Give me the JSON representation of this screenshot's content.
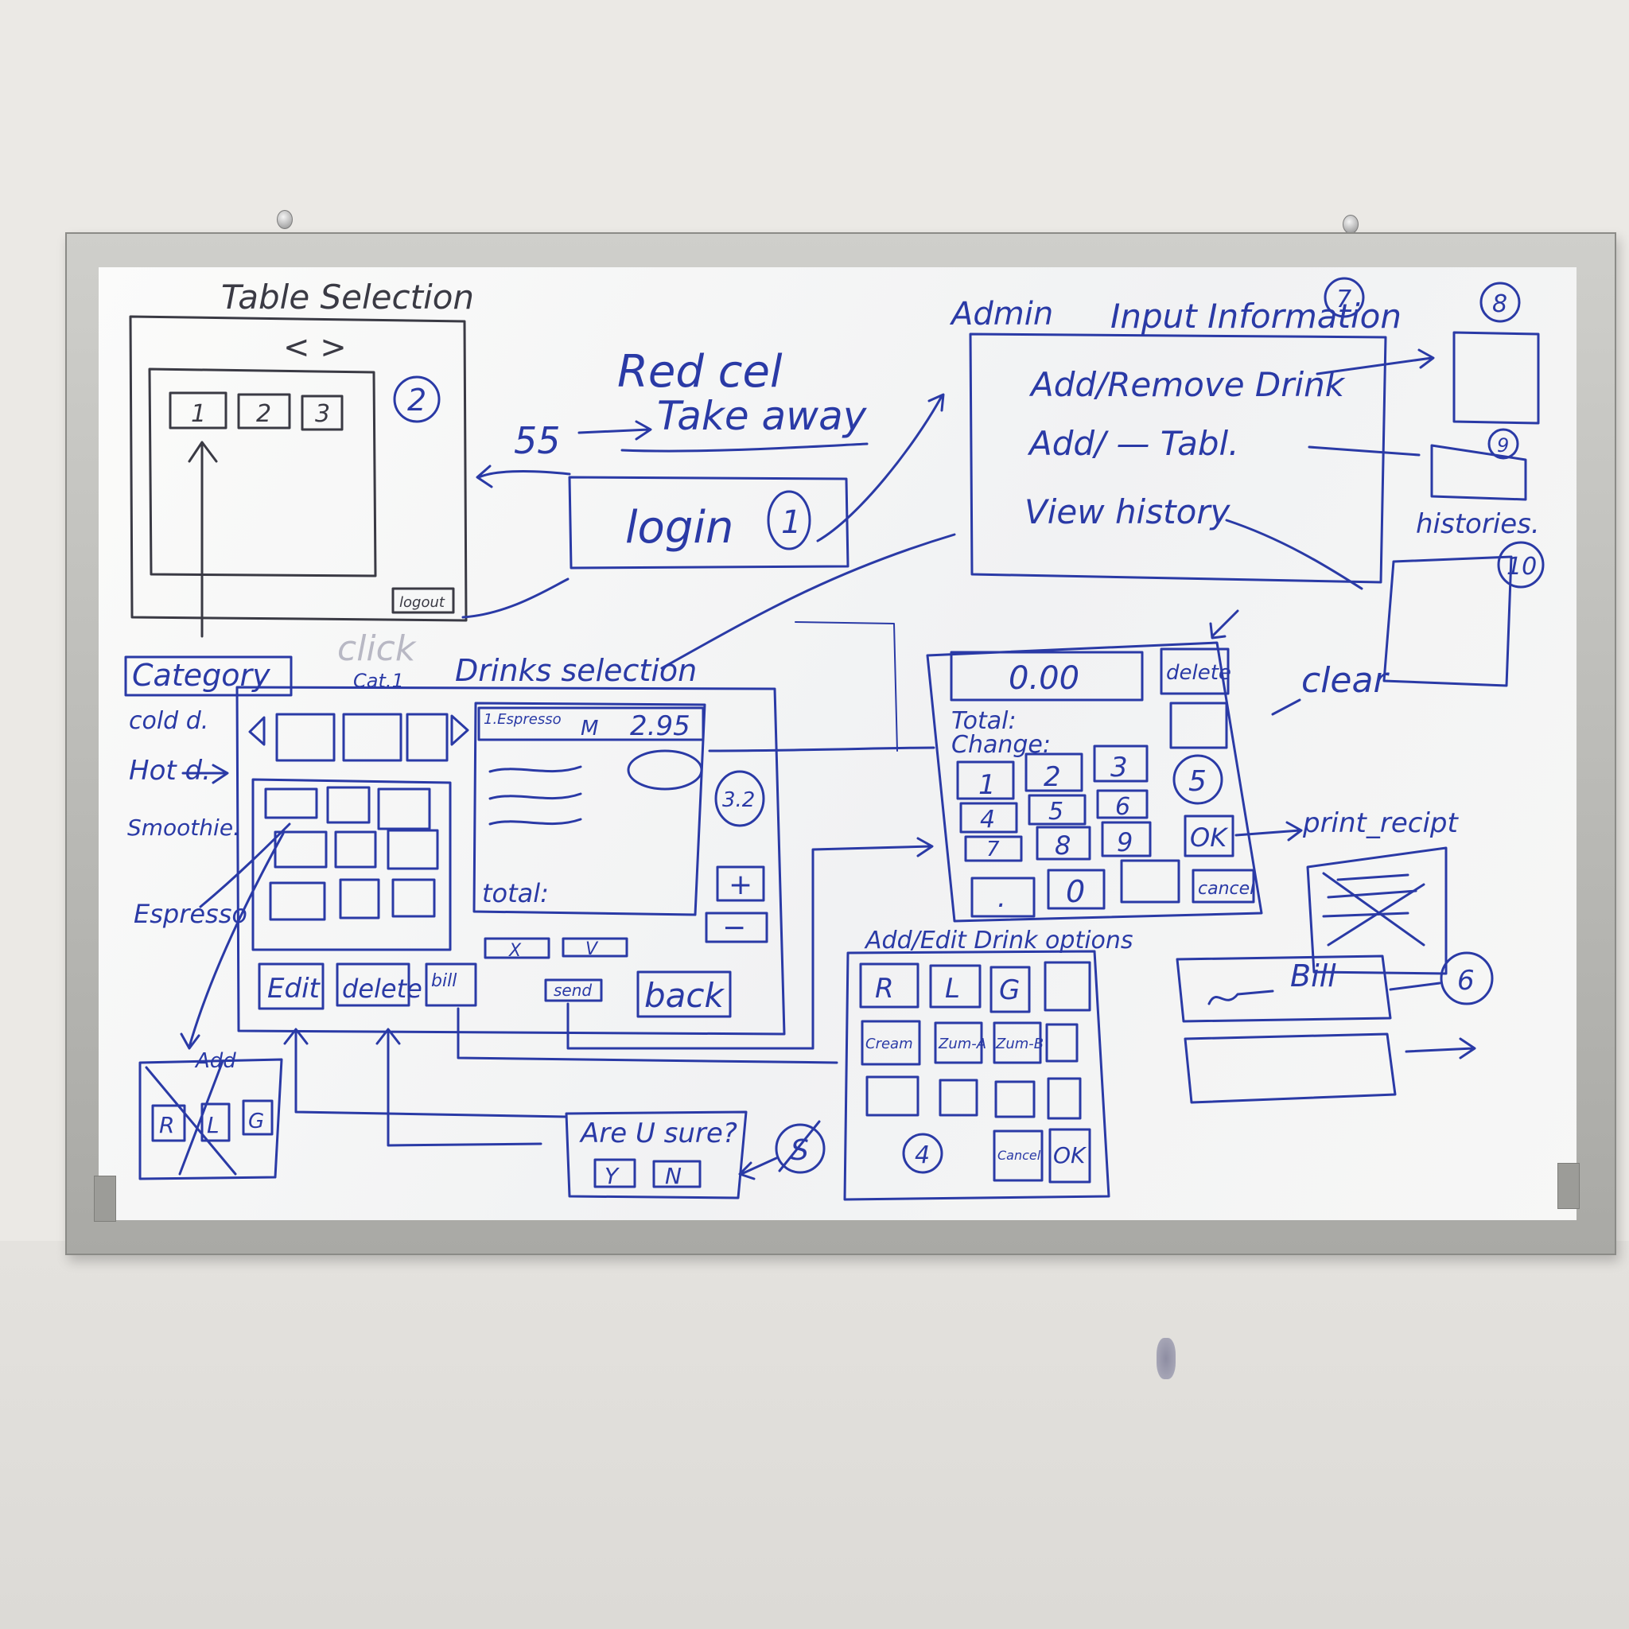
{
  "colors": {
    "ink": "#2a3aa6",
    "ink_dark": "#3a3a44",
    "ghost": "#b8b8c4"
  },
  "screens": {
    "table_selection": {
      "title": "Table Selection",
      "nav": "< >",
      "tables": [
        "1",
        "2",
        "3"
      ],
      "number": "2",
      "logout": "logout"
    },
    "mode": {
      "option1": "Red cel",
      "option2": "Take away",
      "code": "55"
    },
    "login": {
      "label": "login",
      "number": "1"
    },
    "admin": {
      "label": "Admin",
      "title": "Input Information",
      "title_number": "7",
      "items": [
        "Add/Remove Drink",
        "Add/ — Tabl.",
        "View history"
      ]
    },
    "side": {
      "n8": "8",
      "n9": "9",
      "n10": "10",
      "histories": "histories.",
      "clear": "clear"
    },
    "category": {
      "title": "Category",
      "cat1": "Cat.1",
      "items": [
        "cold d.",
        "Hot d.",
        "Smoothie."
      ],
      "espresso": "Espresso",
      "click": "click"
    },
    "drinks": {
      "title": "Drinks selection",
      "order_item": "1.Espresso",
      "order_size": "M",
      "order_price": "2.95",
      "total": "total:",
      "plus": "+",
      "minus": "−",
      "x": "X",
      "v": "V",
      "number": "3.2"
    },
    "actions": {
      "edit": "Edit",
      "delete": "delete",
      "bill": "bill",
      "send": "send",
      "back": "back"
    },
    "add_popup": {
      "title": "Add",
      "options": [
        "R",
        "L",
        "G"
      ]
    },
    "confirm": {
      "question": "Are U sure?",
      "yes": "Y",
      "no": "N",
      "number": "S"
    },
    "payment": {
      "display": "0.00",
      "delete": "delete",
      "total": "Total:",
      "change": "Change:",
      "keys": [
        "1",
        "2",
        "3",
        "4",
        "5",
        "6",
        "7",
        "8",
        "9",
        ".",
        "0",
        ""
      ],
      "number": "5",
      "ok": "OK",
      "cancel": "cancel",
      "print": "print_recipt"
    },
    "drink_options": {
      "title": "Add/Edit Drink options",
      "sizes": [
        "R",
        "L",
        "G"
      ],
      "extras": [
        "Cream",
        "Zum-A",
        "Zum-B"
      ],
      "number": "4",
      "cancel": "Cancel",
      "ok": "OK"
    },
    "bill": {
      "label": "Bill",
      "number": "6"
    }
  }
}
